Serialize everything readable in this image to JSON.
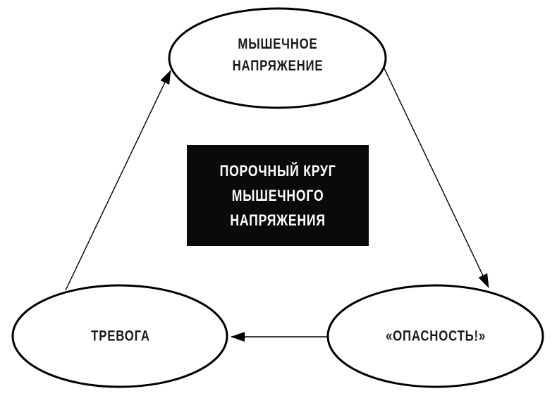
{
  "diagram": {
    "background_color": "#ffffff",
    "stroke_color": "#000000",
    "center_box": {
      "lines": [
        "ПОРОЧНЫЙ КРУГ",
        "МЫШЕЧНОГО",
        "НАПРЯЖЕНИЯ"
      ],
      "bg_color": "#0a0a0a",
      "text_color": "#ffffff"
    },
    "nodes": [
      {
        "id": "muscle-tension",
        "shape": "ellipse",
        "position": "top-center",
        "lines": [
          "МЫШЕЧНОЕ",
          "НАПРЯЖЕНИЕ"
        ]
      },
      {
        "id": "anxiety",
        "shape": "ellipse",
        "position": "bottom-left",
        "lines": [
          "ТРЕВОГА"
        ]
      },
      {
        "id": "danger",
        "shape": "ellipse",
        "position": "bottom-right",
        "lines": [
          "«ОПАСНОСТЬ!»"
        ]
      }
    ],
    "edges": [
      {
        "from": "muscle-tension",
        "to": "danger"
      },
      {
        "from": "danger",
        "to": "anxiety"
      },
      {
        "from": "anxiety",
        "to": "muscle-tension"
      }
    ]
  }
}
